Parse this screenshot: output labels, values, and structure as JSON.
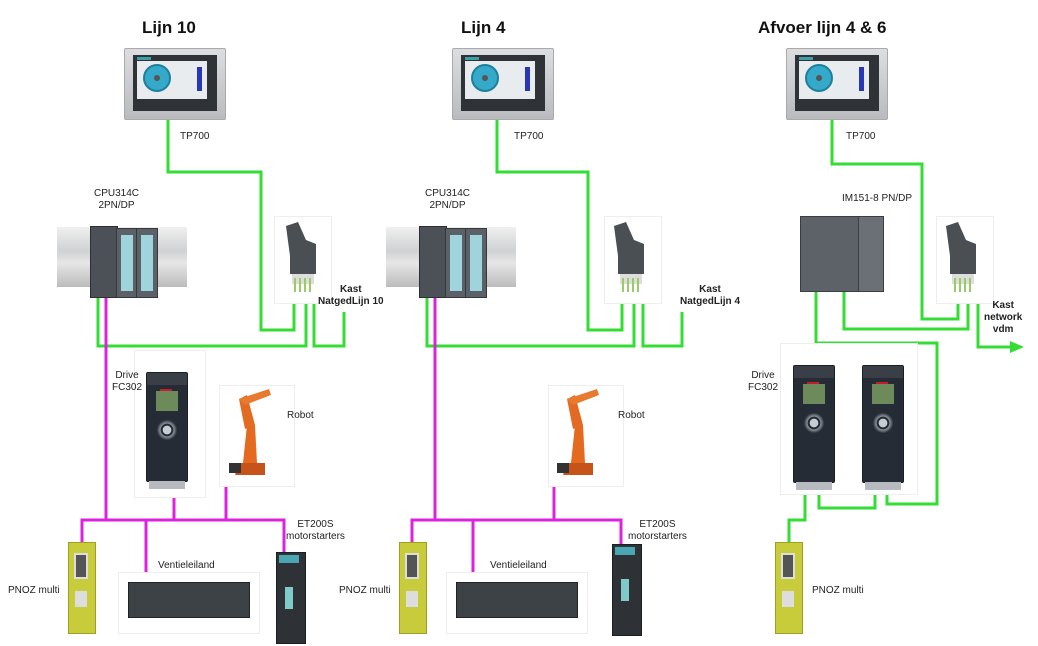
{
  "sections": [
    {
      "title": "Lijn 10",
      "hmi_label": "TP700",
      "plc_label_line1": "CPU314C",
      "plc_label_line2": "2PN/DP",
      "cabinet_line1": "Kast",
      "cabinet_line2": "NatgedLijn 10",
      "drive_line1": "Drive",
      "drive_line2": "FC302",
      "robot_label": "Robot",
      "et200s_line1": "ET200S",
      "et200s_line2": "motorstarters",
      "valve_label": "Ventieleiland",
      "pnoz_label": "PNOZ multi"
    },
    {
      "title": "Lijn 4",
      "hmi_label": "TP700",
      "plc_label_line1": "CPU314C",
      "plc_label_line2": "2PN/DP",
      "cabinet_line1": "Kast",
      "cabinet_line2": "NatgedLijn 4",
      "robot_label": "Robot",
      "et200s_line1": "ET200S",
      "et200s_line2": "motorstarters",
      "valve_label": "Ventieleiland",
      "pnoz_label": "PNOZ multi"
    },
    {
      "title": "Afvoer lijn 4 & 6",
      "hmi_label": "TP700",
      "io_label": "IM151-8 PN/DP",
      "cabinet_line1": "Kast",
      "cabinet_line2": "network",
      "cabinet_line3": "vdm",
      "drive_line1": "Drive",
      "drive_line2": "FC302",
      "pnoz_label": "PNOZ multi"
    }
  ],
  "legend_colors": {
    "profinet": "#33dd33",
    "profibus": "#dd22dd"
  }
}
